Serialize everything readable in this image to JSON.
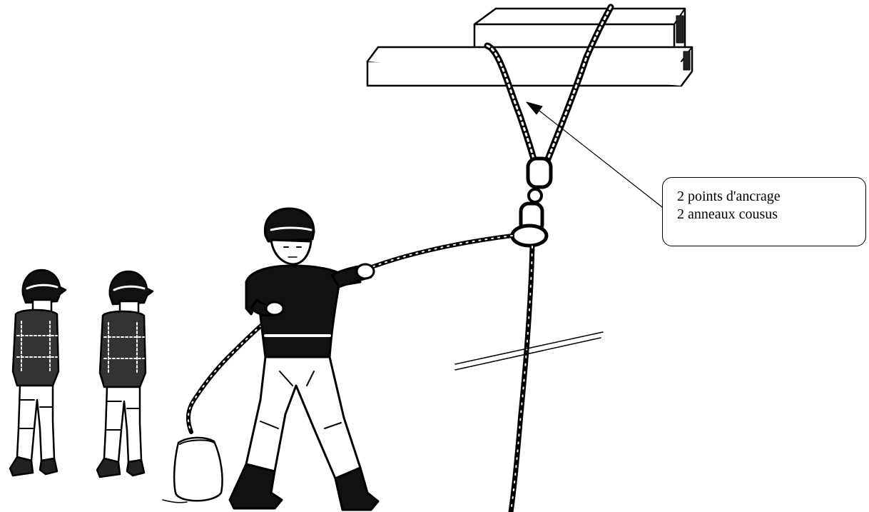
{
  "callout": {
    "line1": "2 points d'ancrage",
    "line2": "2 anneaux cousus"
  },
  "colors": {
    "ink": "#000000",
    "background": "#ffffff"
  },
  "figures": [
    "firefighter-standing",
    "firefighter-standing",
    "firefighter-hauling-rope"
  ]
}
